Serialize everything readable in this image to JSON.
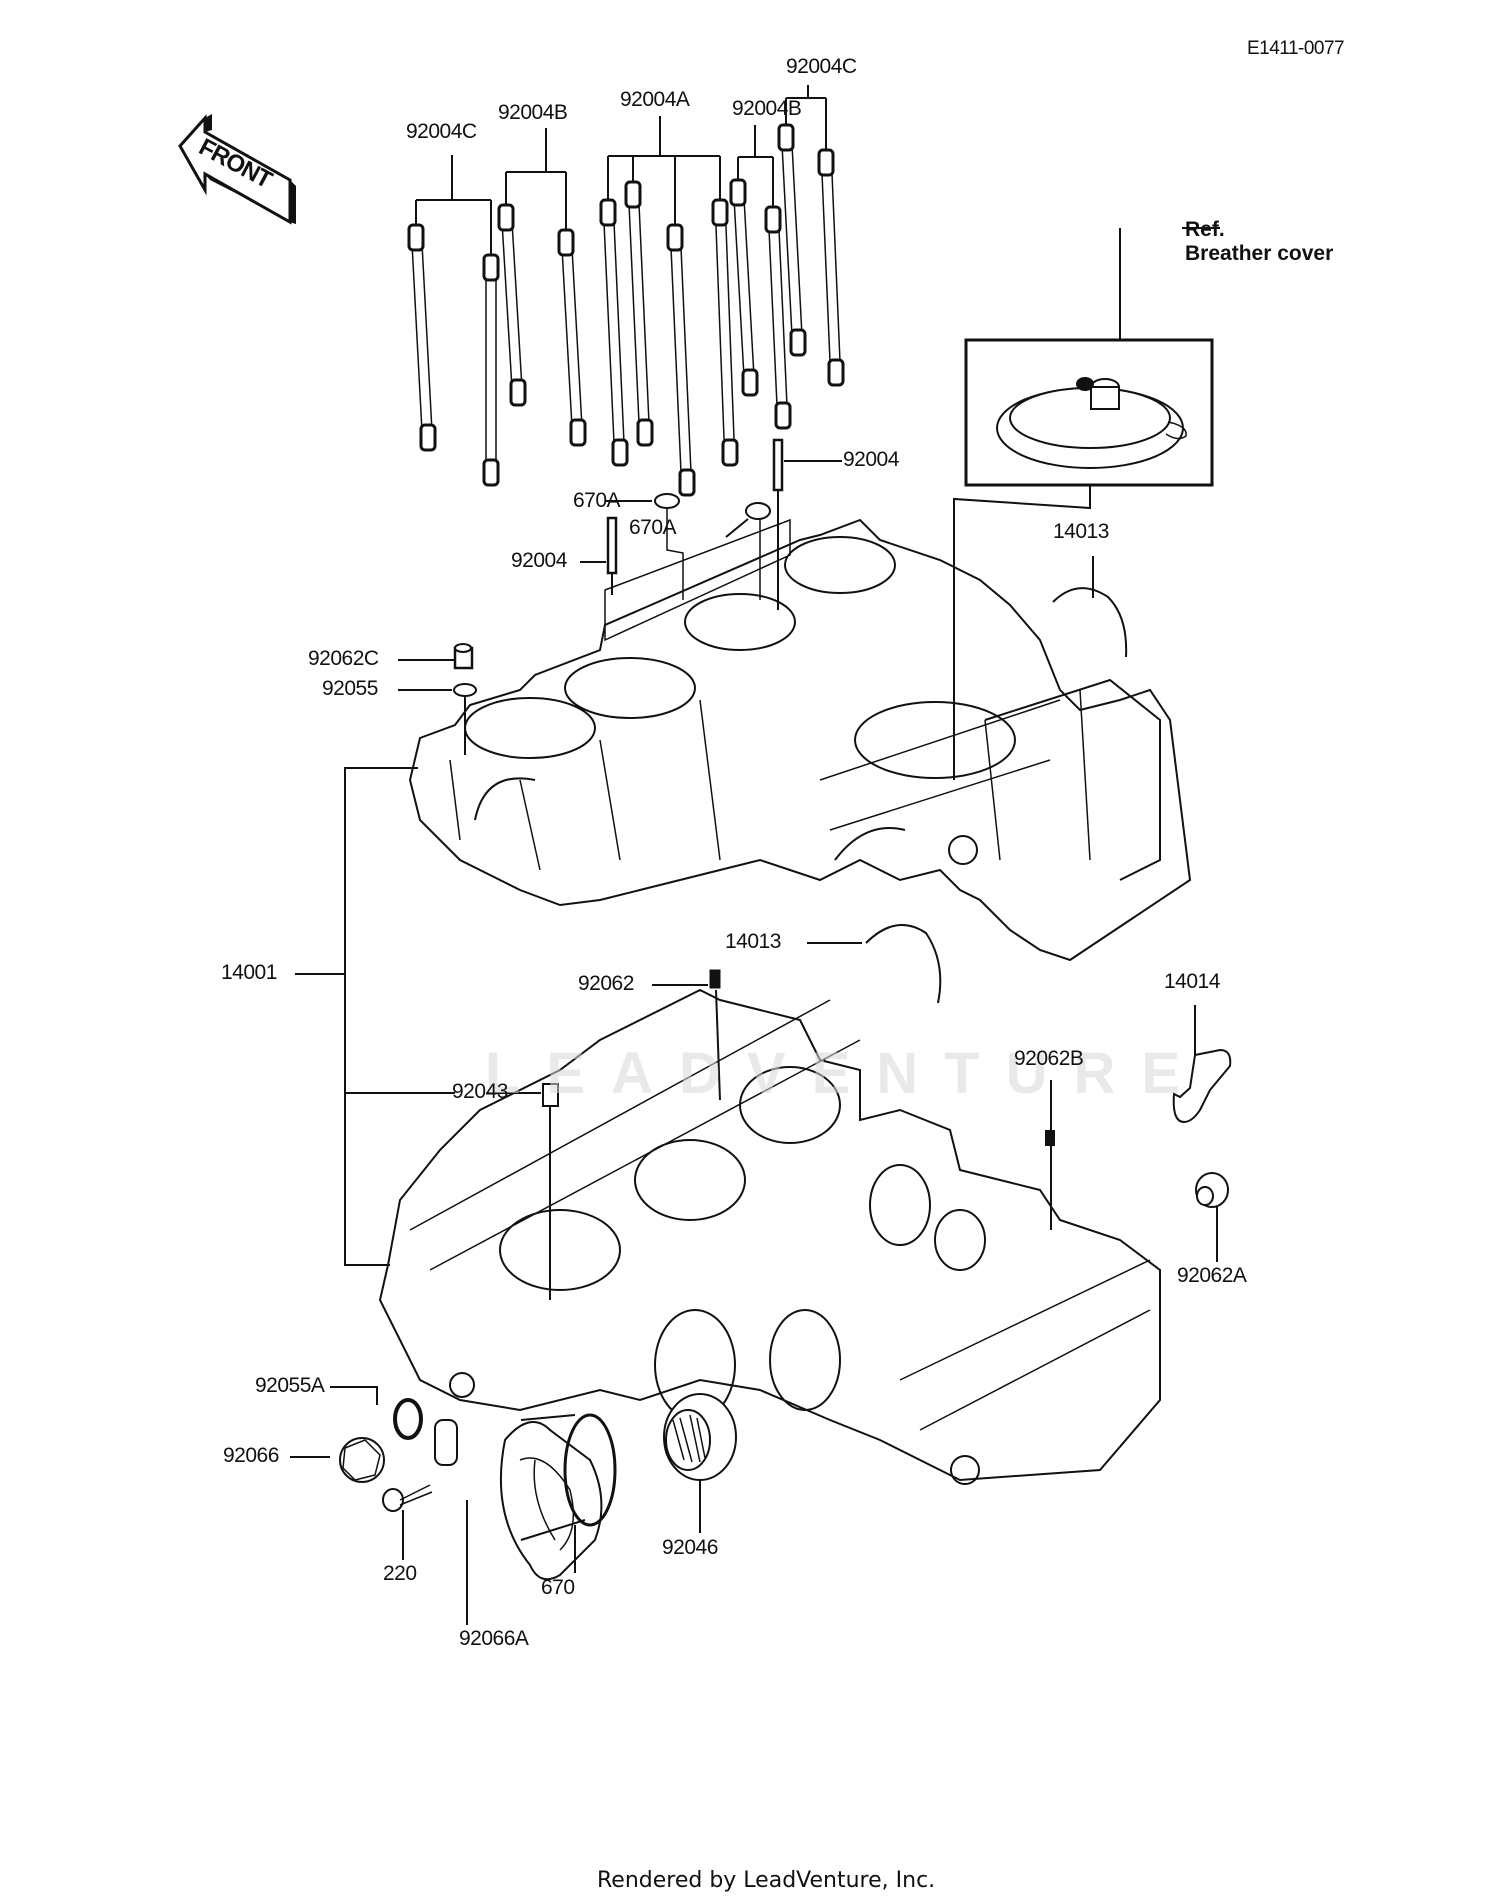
{
  "diagram": {
    "code": "E1411-0077",
    "front_arrow_label": "FRONT",
    "reference": {
      "prefix": "Ref.",
      "name": "Breather cover"
    },
    "watermark": "LEADVENTURE",
    "footer": "Rendered by LeadVenture, Inc.",
    "callouts": [
      {
        "id": "c1",
        "part": "92004C"
      },
      {
        "id": "c2",
        "part": "92004B"
      },
      {
        "id": "c3",
        "part": "92004A"
      },
      {
        "id": "c4",
        "part": "92004B"
      },
      {
        "id": "c5",
        "part": "92004C"
      },
      {
        "id": "c6",
        "part": "92004"
      },
      {
        "id": "c7",
        "part": "670A"
      },
      {
        "id": "c8",
        "part": "670A"
      },
      {
        "id": "c9",
        "part": "92004"
      },
      {
        "id": "c10",
        "part": "14013"
      },
      {
        "id": "c11",
        "part": "92062C"
      },
      {
        "id": "c12",
        "part": "92055"
      },
      {
        "id": "c13",
        "part": "14001"
      },
      {
        "id": "c14",
        "part": "14013"
      },
      {
        "id": "c15",
        "part": "92062"
      },
      {
        "id": "c16",
        "part": "14014"
      },
      {
        "id": "c17",
        "part": "92062B"
      },
      {
        "id": "c18",
        "part": "92043"
      },
      {
        "id": "c19",
        "part": "92062A"
      },
      {
        "id": "c20",
        "part": "92055A"
      },
      {
        "id": "c21",
        "part": "92066"
      },
      {
        "id": "c22",
        "part": "220"
      },
      {
        "id": "c23",
        "part": "670"
      },
      {
        "id": "c24",
        "part": "92046"
      },
      {
        "id": "c25",
        "part": "92066A"
      }
    ]
  }
}
